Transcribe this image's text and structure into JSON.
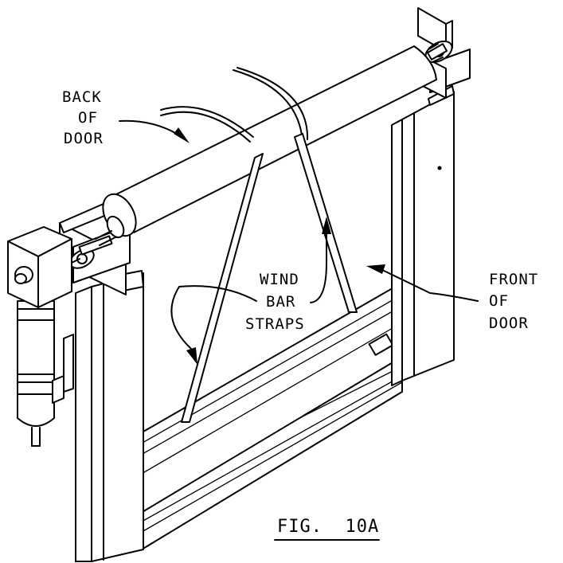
{
  "labels": {
    "back_of_door": [
      "BACK",
      "OF",
      "DOOR"
    ],
    "wind_bar_straps": [
      "WIND",
      "BAR",
      "STRAPS"
    ],
    "front_of_door": [
      "FRONT",
      "OF",
      "DOOR"
    ],
    "figure_caption": "FIG.  10A"
  },
  "parts": [
    "roller-tube",
    "motor",
    "gearbox",
    "left-mounting-bracket",
    "right-mounting-bracket",
    "left-side-column",
    "right-side-column",
    "wind-bar-strap-left",
    "wind-bar-strap-right",
    "bottom-bar",
    "bottom-frame-rail"
  ]
}
